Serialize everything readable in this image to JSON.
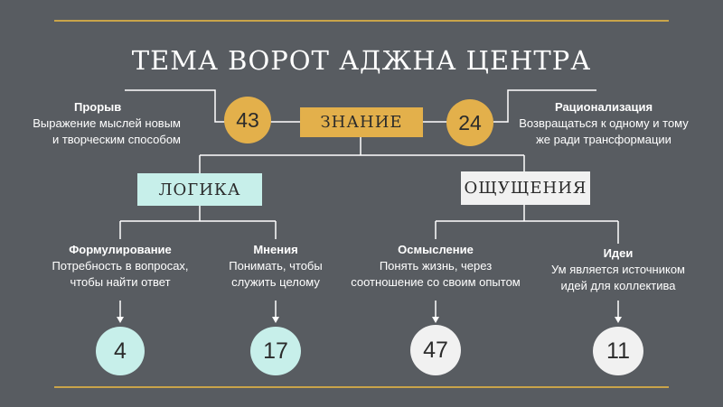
{
  "title": "ТЕМА ВОРОТ АДЖНА ЦЕНТРА",
  "center": {
    "label": "ЗНАНИЕ",
    "left_gate": "43",
    "right_gate": "24"
  },
  "left_top": {
    "heading": "Прорыв",
    "line1": "Выражение мыслей новым",
    "line2": "и творческим способом"
  },
  "right_top": {
    "heading": "Рационализация",
    "line1": "Возвращаться к одному и тому",
    "line2": "же ради трансформации"
  },
  "branches": {
    "logic": "ЛОГИКА",
    "feelings": "ОЩУЩЕНИЯ"
  },
  "leaves": [
    {
      "heading": "Формулирование",
      "line1": "Потребность в вопросах,",
      "line2": "чтобы найти ответ",
      "gate": "4"
    },
    {
      "heading": "Мнения",
      "line1": "Понимать, чтобы",
      "line2": "служить целому",
      "gate": "17"
    },
    {
      "heading": "Осмысление",
      "line1": "Понять жизнь, через",
      "line2": "соотношение со своим опытом",
      "gate": "47"
    },
    {
      "heading": "Идеи",
      "line1": "Ум является источником",
      "line2": "идей для коллектива",
      "gate": "11"
    }
  ],
  "colors": {
    "background": "#585c61",
    "accent_gold": "#e3b04b",
    "teal": "#c7efea",
    "light": "#f1f1f1",
    "line": "#ffffff"
  }
}
